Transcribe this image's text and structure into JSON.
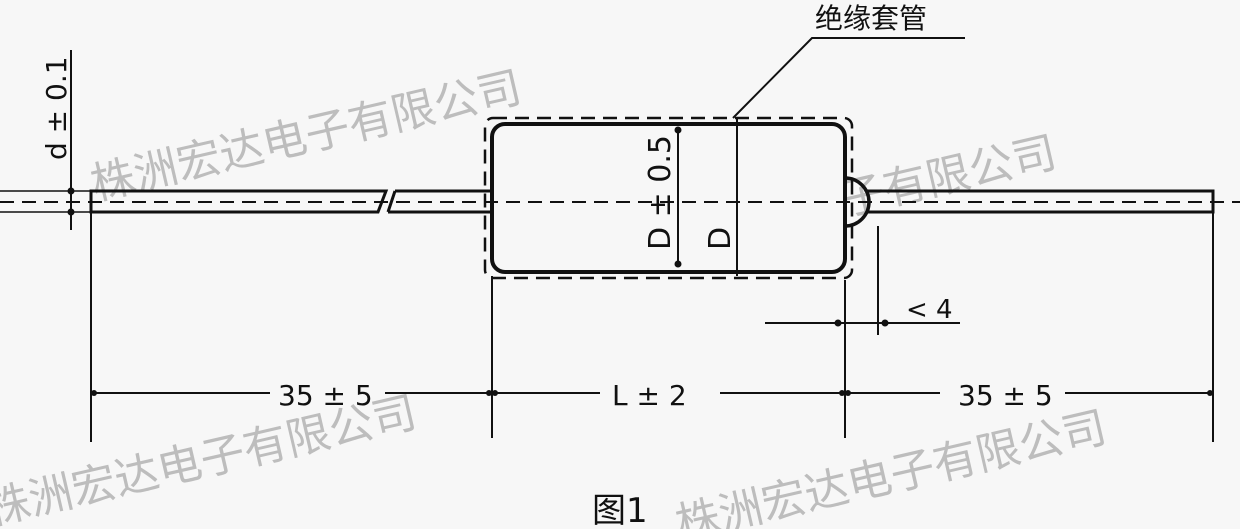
{
  "labels": {
    "sleeve": "绝缘套管",
    "lead_diameter": "d ± 0.1",
    "sleeve_diameter": "D ± 0.5",
    "body_diameter": "D",
    "bump_length": "< 4",
    "left_lead_length": "35 ± 5",
    "body_length": "L ± 2",
    "right_lead_length": "35 ± 5",
    "figure_caption": "图1"
  },
  "watermark": "株洲宏达电子有限公司"
}
